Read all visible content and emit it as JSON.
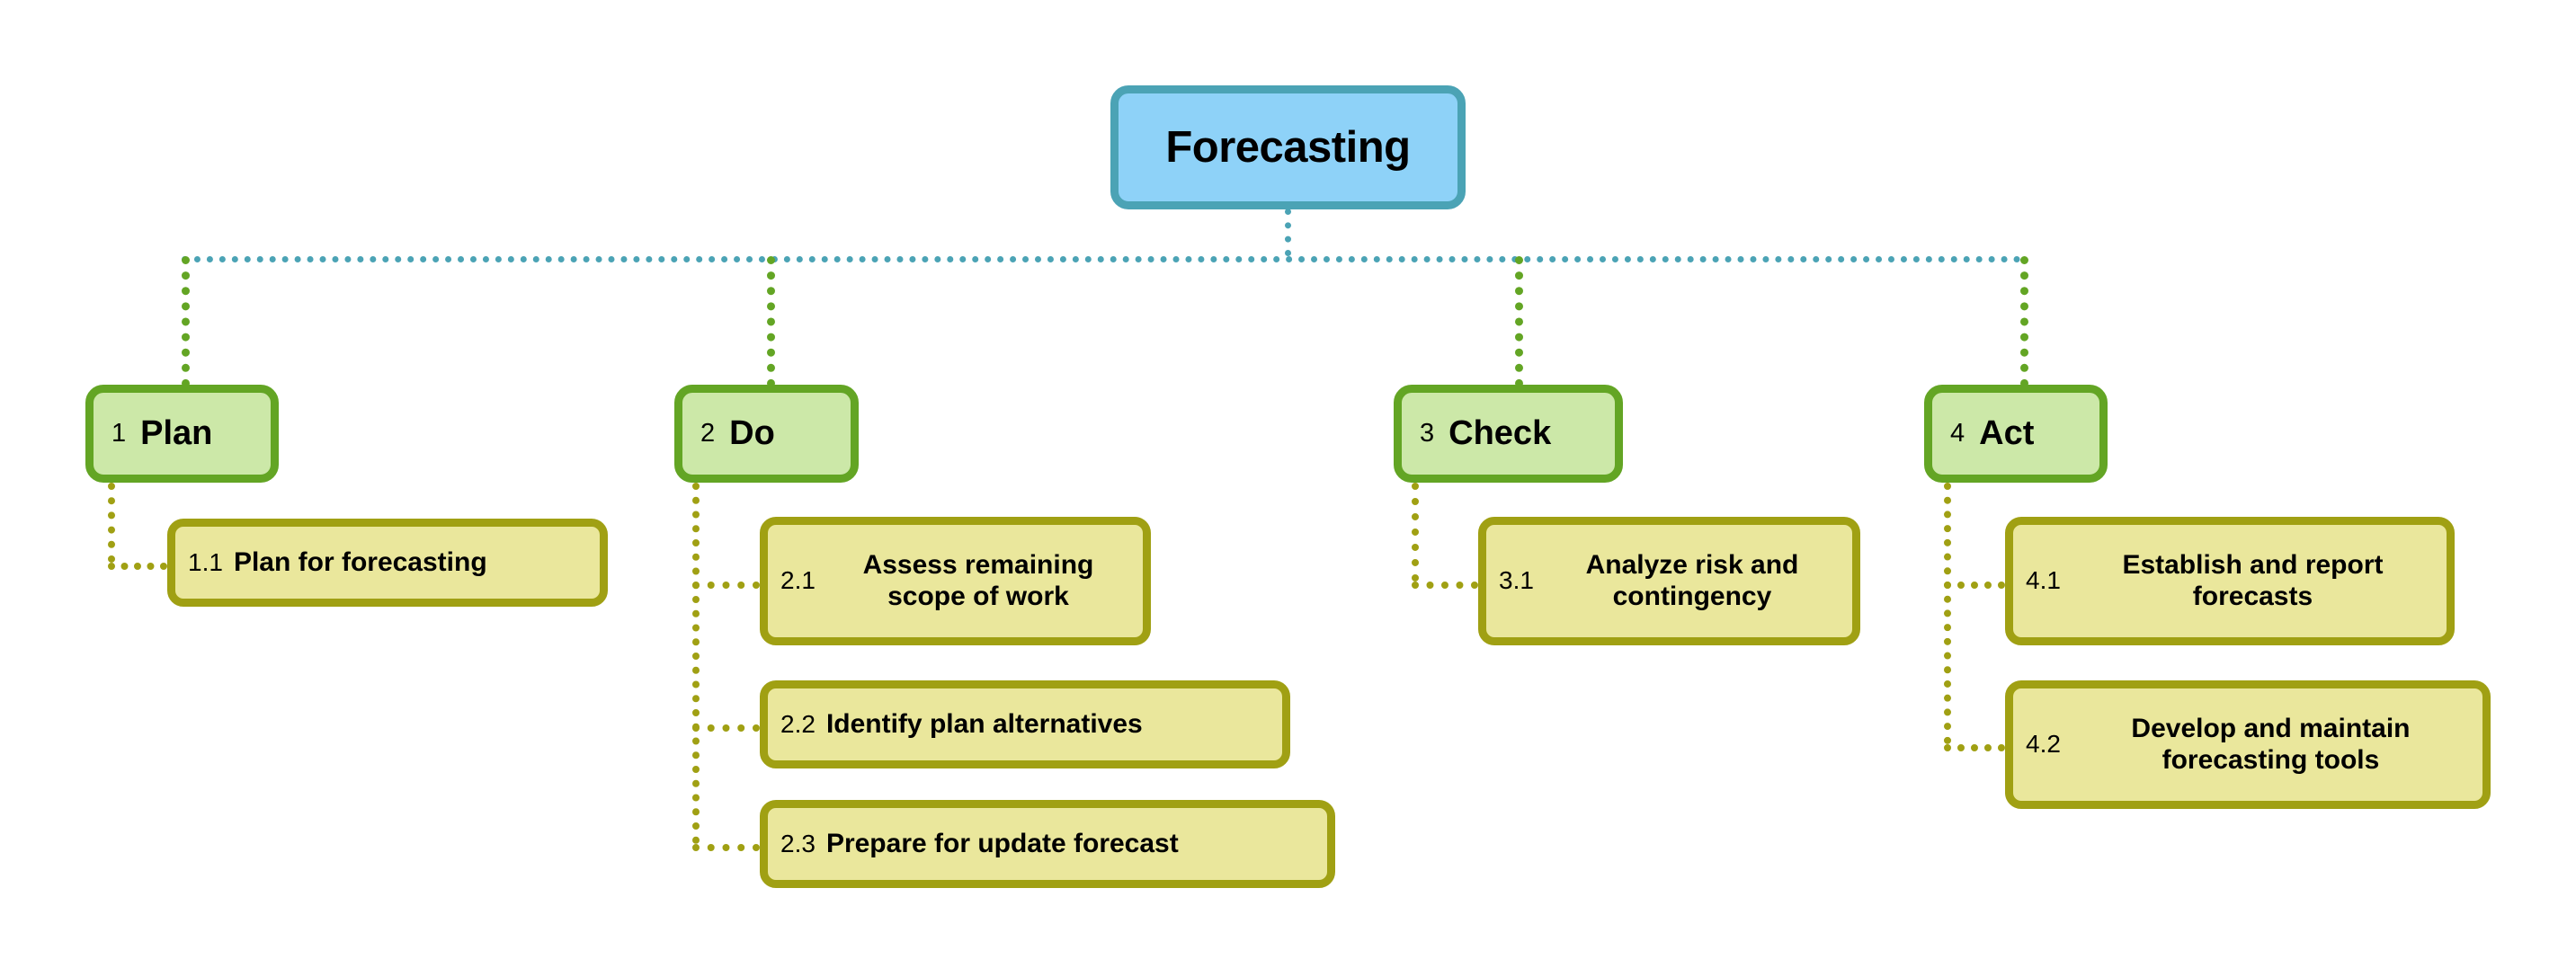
{
  "diagram": {
    "type": "tree-breakdown",
    "title": "Forecasting",
    "root": {
      "label": "Forecasting",
      "fill": "#8ED2F8",
      "stroke": "#4BA3B5"
    },
    "phase_colors": {
      "fill": "#CCE8A8",
      "stroke": "#63A524"
    },
    "task_colors": {
      "fill": "#EAE79C",
      "stroke": "#A0A013"
    },
    "connector_colors": {
      "bus": "#4BA3B5",
      "phase_drop": "#63A524",
      "task_elbow": "#A0A013"
    },
    "phases": [
      {
        "num": "1",
        "label": "Plan",
        "tasks": [
          {
            "num": "1.1",
            "label": "Plan for forecasting"
          }
        ]
      },
      {
        "num": "2",
        "label": "Do",
        "tasks": [
          {
            "num": "2.1",
            "label": "Assess remaining scope of work"
          },
          {
            "num": "2.2",
            "label": "Identify plan alternatives"
          },
          {
            "num": "2.3",
            "label": "Prepare for update forecast"
          }
        ]
      },
      {
        "num": "3",
        "label": "Check",
        "tasks": [
          {
            "num": "3.1",
            "label": "Analyze risk and contingency"
          }
        ]
      },
      {
        "num": "4",
        "label": "Act",
        "tasks": [
          {
            "num": "4.1",
            "label": "Establish and report forecasts"
          },
          {
            "num": "4.2",
            "label": "Develop and maintain forecasting tools"
          }
        ]
      }
    ]
  }
}
